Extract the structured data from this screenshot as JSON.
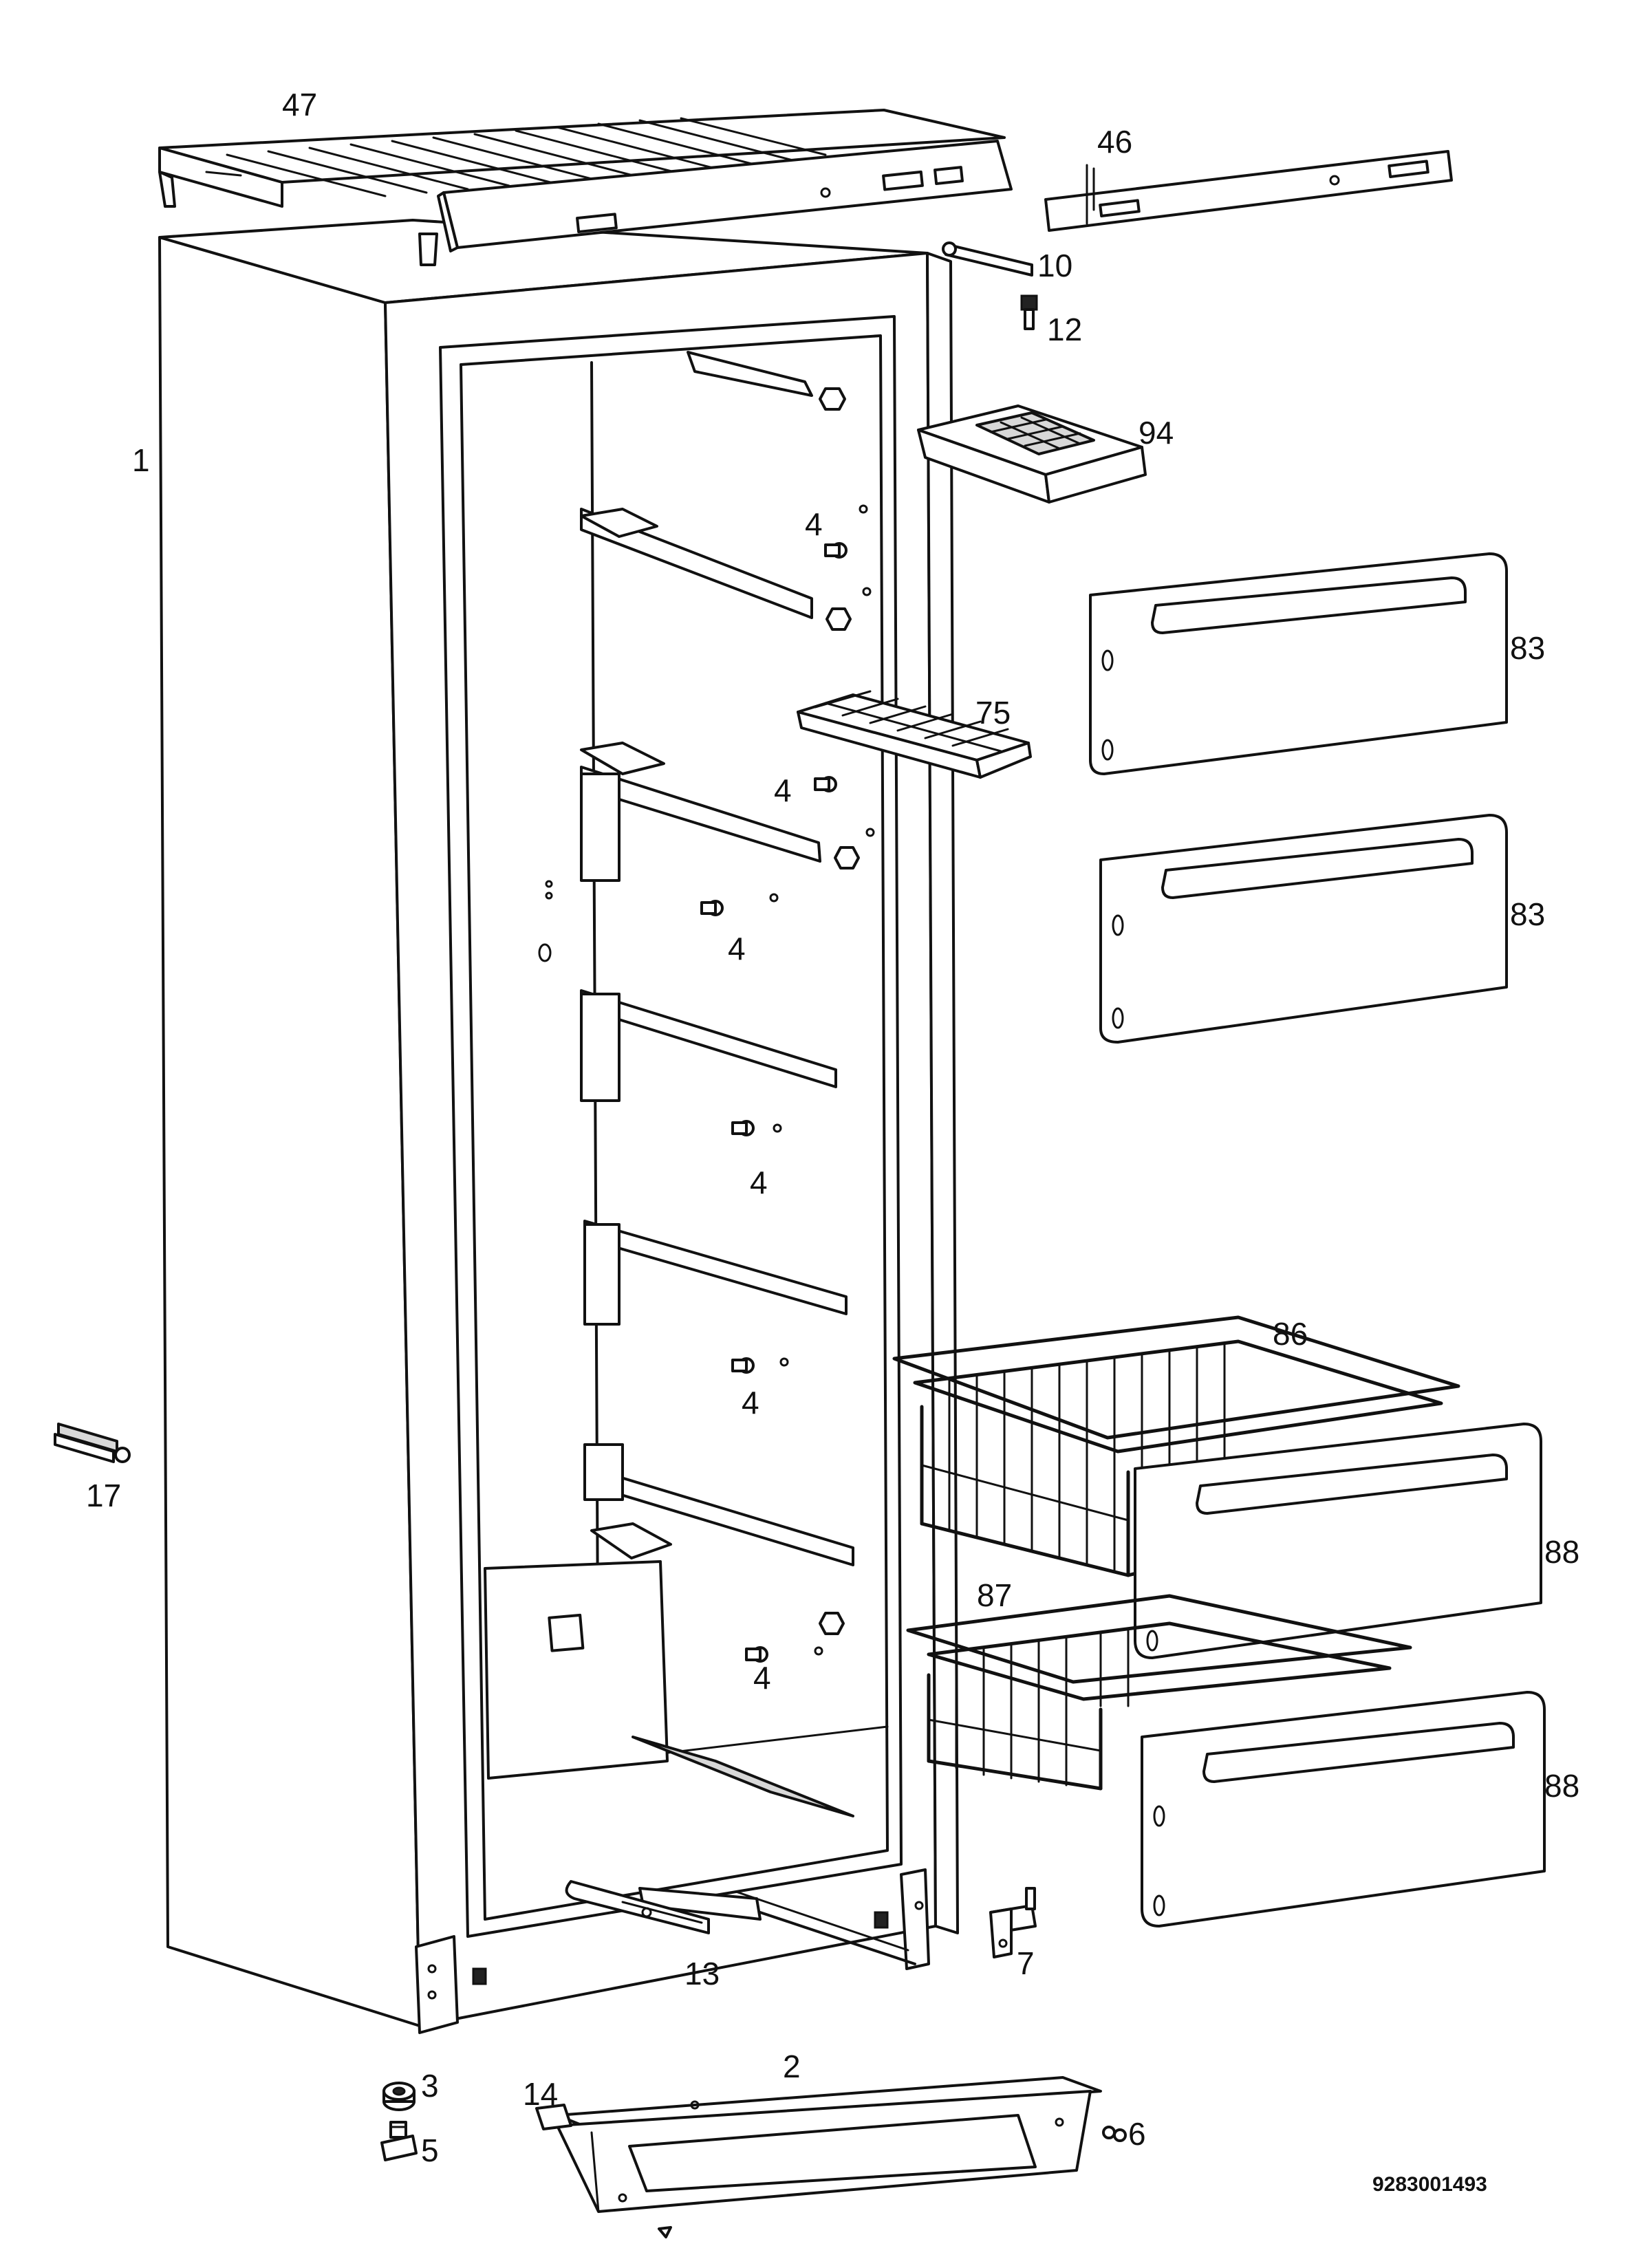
{
  "diagram": {
    "type": "exploded-parts-view",
    "document_number": "9283001493",
    "callouts": [
      {
        "id": "c47",
        "text": "47"
      },
      {
        "id": "c46",
        "text": "46"
      },
      {
        "id": "c10",
        "text": "10"
      },
      {
        "id": "c12",
        "text": "12"
      },
      {
        "id": "c1",
        "text": "1"
      },
      {
        "id": "c94",
        "text": "94"
      },
      {
        "id": "c4a",
        "text": "4"
      },
      {
        "id": "c83a",
        "text": "83"
      },
      {
        "id": "c75",
        "text": "75"
      },
      {
        "id": "c4b",
        "text": "4"
      },
      {
        "id": "c83b",
        "text": "83"
      },
      {
        "id": "c4c",
        "text": "4"
      },
      {
        "id": "c4d",
        "text": "4"
      },
      {
        "id": "c86",
        "text": "86"
      },
      {
        "id": "c4e",
        "text": "4"
      },
      {
        "id": "c17",
        "text": "17"
      },
      {
        "id": "c88a",
        "text": "88"
      },
      {
        "id": "c87",
        "text": "87"
      },
      {
        "id": "c4f",
        "text": "4"
      },
      {
        "id": "c88b",
        "text": "88"
      },
      {
        "id": "c13",
        "text": "13"
      },
      {
        "id": "c7",
        "text": "7"
      },
      {
        "id": "c3",
        "text": "3"
      },
      {
        "id": "c14",
        "text": "14"
      },
      {
        "id": "c2",
        "text": "2"
      },
      {
        "id": "c6",
        "text": "6"
      },
      {
        "id": "c5",
        "text": "5"
      }
    ]
  }
}
